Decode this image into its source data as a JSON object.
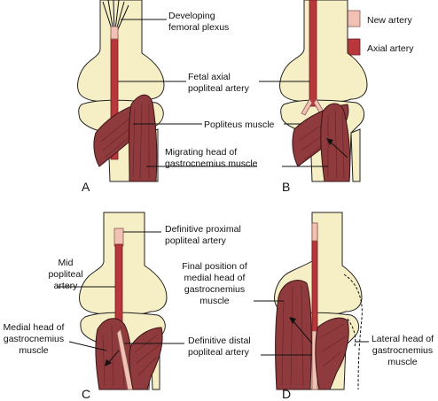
{
  "legend": {
    "new_artery": "New artery",
    "axial_artery": "Axial artery",
    "new_color": "#f1c1b4",
    "axial_color": "#b8373b"
  },
  "panels": {
    "A": "A",
    "B": "B",
    "C": "C",
    "D": "D"
  },
  "labels": {
    "developing_1": "Developing",
    "developing_2": "femoral plexus",
    "fetal_1": "Fetal axial",
    "fetal_2": "popliteal artery",
    "popliteus": "Popliteus muscle",
    "migrating_1": "Migrating head of",
    "migrating_2": "gastrocnemius muscle",
    "def_prox_1": "Definitive proximal",
    "def_prox_2": "popliteal artery",
    "mid_1": "Mid",
    "mid_2": "popliteal",
    "mid_3": "artery",
    "medial_1": "Medial head of",
    "medial_2": "gastrocnemius",
    "medial_3": "muscle",
    "def_distal_1": "Definitive distal",
    "def_distal_2": "popliteal artery",
    "final_1": "Final position of",
    "final_2": "medial head of",
    "final_3": "gastrocnemius",
    "final_4": "muscle",
    "lateral_1": "Lateral head of",
    "lateral_2": "gastrocnemius",
    "lateral_3": "muscle"
  }
}
